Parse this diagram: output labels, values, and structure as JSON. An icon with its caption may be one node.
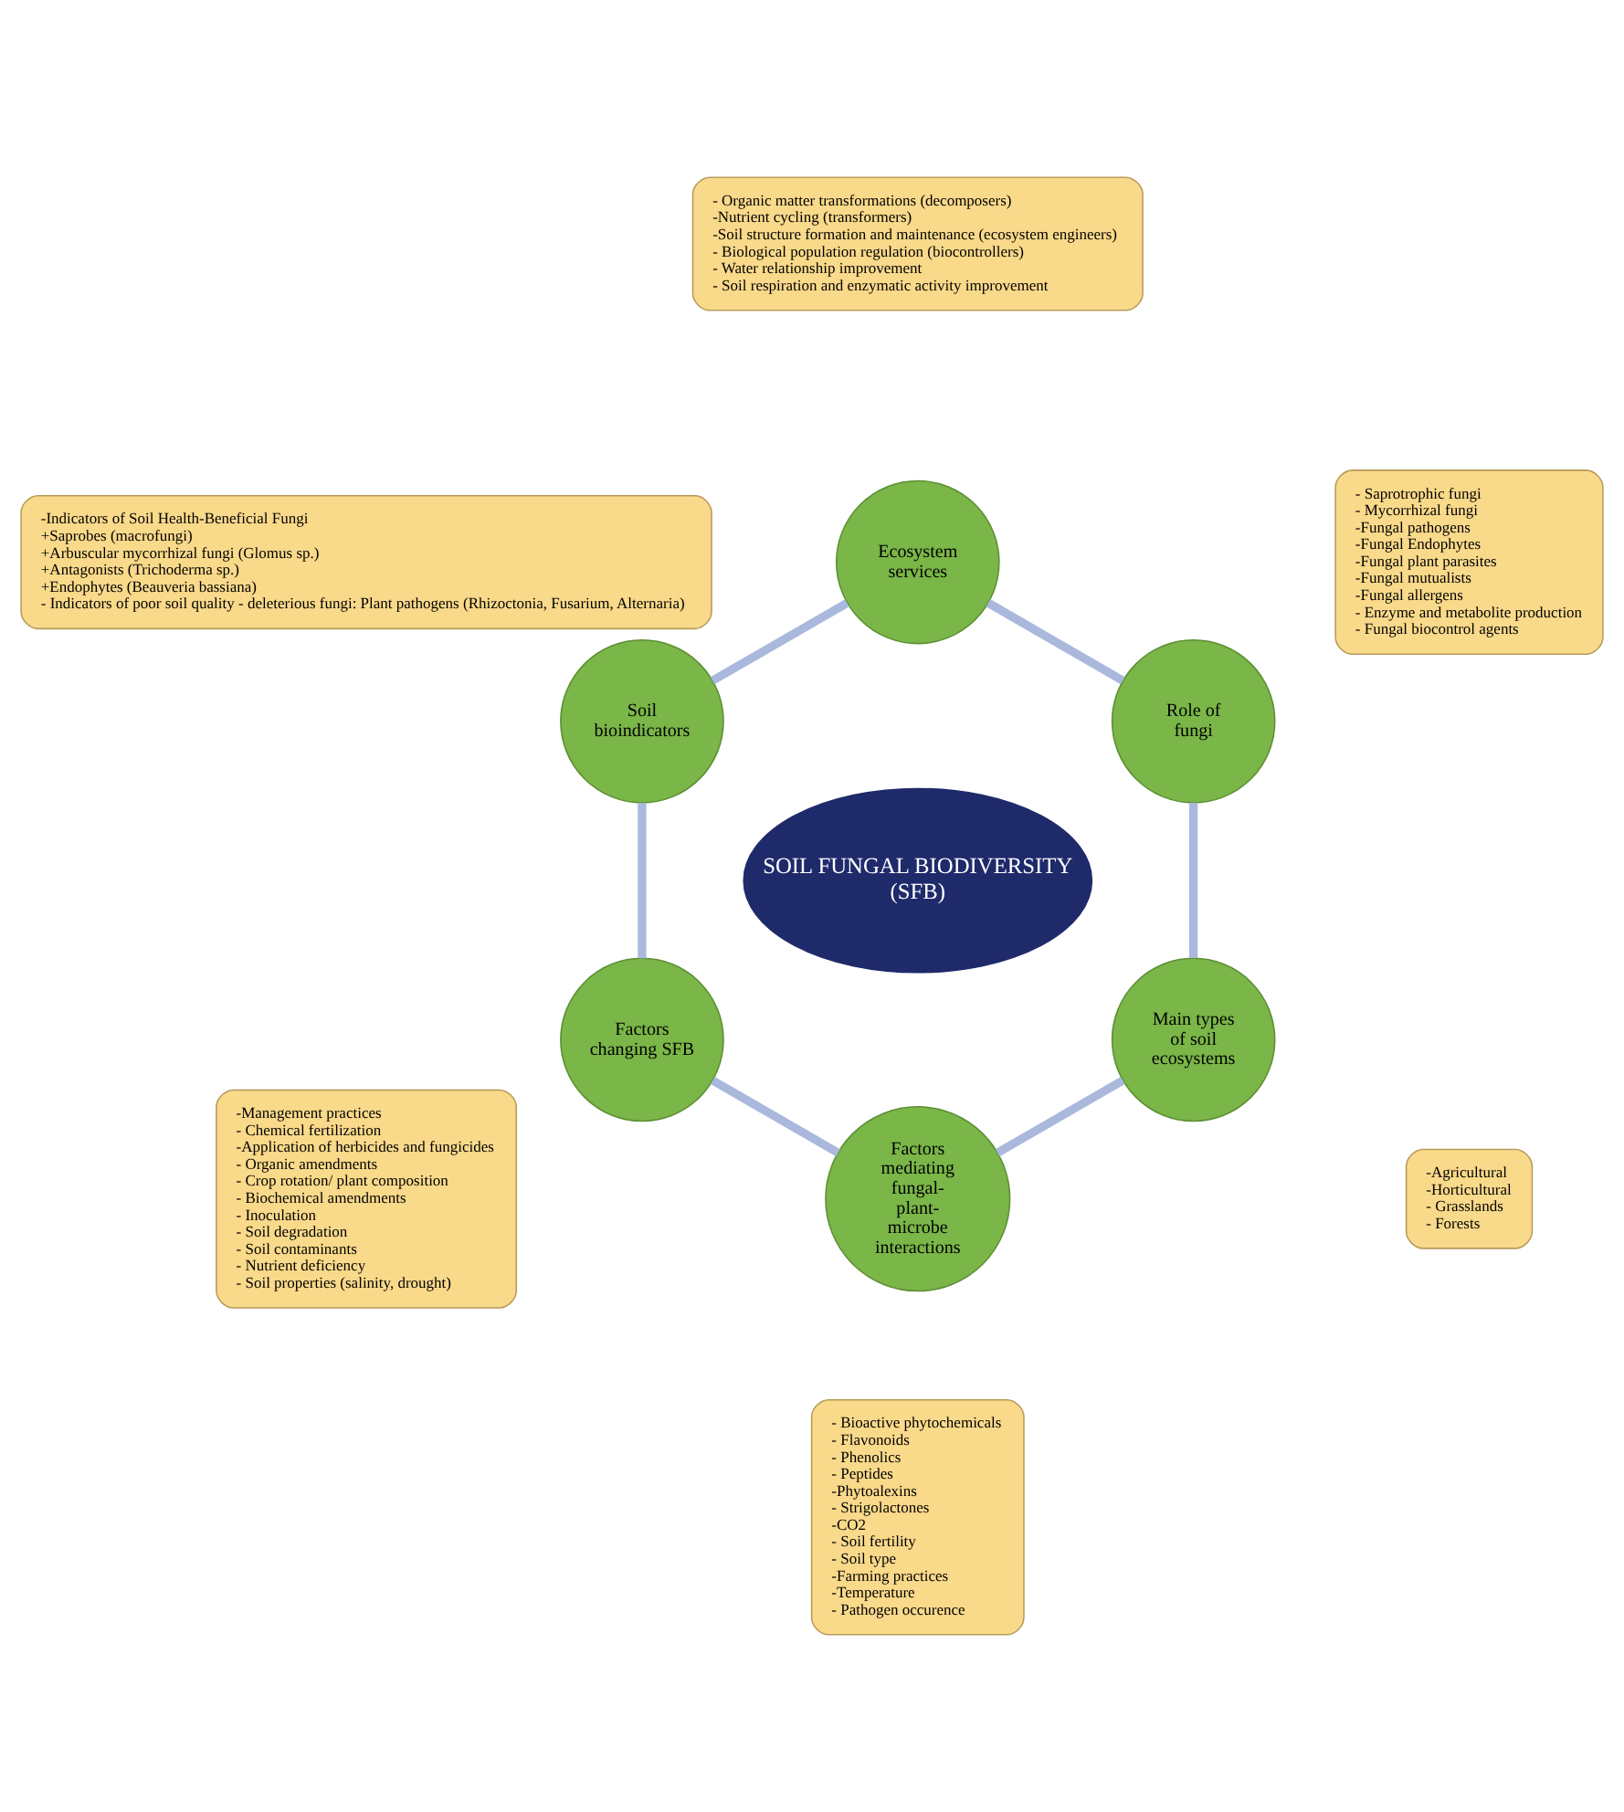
{
  "diagram": {
    "nodes": [
      {
        "text": [
          "SOIL FUNGAL BIODIVERSITY",
          "(SFB)"
        ]
      },
      {
        "text": [
          "Role of fungi"
        ]
      },
      {
        "text": [
          "Ecosystem services"
        ]
      },
      {
        "text": [
          "Soil bioindicators"
        ]
      },
      {
        "text": [
          "Factors changing SFB"
        ]
      },
      {
        "text": [
          "Factors mediating fungal-plant-microbe interactions"
        ]
      },
      {
        "text": [
          "Main types of soil ecosystems"
        ]
      },
      {
        "text": [
          "- Saprotrophic fungi",
          "- Mycorrhizal fungi",
          "-Fungal pathogens",
          "-Fungal Endophytes",
          "-Fungal plant parasites",
          "-Fungal mutualists",
          "-Fungal allergens",
          "- Enzyme and metabolite production",
          "- Fungal biocontrol agents"
        ]
      },
      {
        "text": [
          "- Organic matter transformations (decomposers)",
          "-Nutrient cycling (transformers)",
          "-Soil structure formation and maintenance (ecosystem engineers)",
          "- Biological population regulation (biocontrollers)",
          "- Water relationship improvement",
          "- Soil respiration and enzymatic activity improvement"
        ]
      },
      {
        "text": [
          "-Indicators of Soil Health-Beneficial Fungi",
          "+Saprobes (macrofungi)",
          "+Arbuscular mycorrhizal fungi (Glomus sp.)",
          "+Antagonists (Trichoderma sp.)",
          "+Endophytes (Beauveria bassiana)",
          "- Indicators of poor soil quality - deleterious fungi: Plant pathogens (Rhizoctonia, Fusarium, Alternaria)"
        ]
      },
      {
        "text": [
          "-Management practices",
          "- Chemical fertilization",
          "-Application of herbicides and fungicides",
          "- Organic amendments",
          "- Crop rotation/ plant composition",
          "- Biochemical amendments",
          "- Inoculation",
          "- Soil degradation",
          "- Soil contaminants",
          "- Nutrient deficiency",
          "- Soil properties (salinity, drought)"
        ]
      },
      {
        "text": [
          "- Bioactive phytochemicals",
          "- Flavonoids",
          "- Phenolics",
          "- Peptides",
          "-Phytoalexins",
          "- Strigolactones",
          "-CO2",
          "- Soil fertility",
          "- Soil type",
          "-Farming practices",
          "-Temperature",
          "- Pathogen occurence"
        ]
      },
      {
        "text": [
          "-Agricultural",
          "-Horticultural",
          "- Grasslands",
          "- Forests"
        ]
      }
    ],
    "edges": [
      {
        "from": 1,
        "to": 2,
        "arrow": "none"
      },
      {
        "from": 2,
        "to": 3,
        "arrow": "none"
      },
      {
        "from": 3,
        "to": 4,
        "arrow": "none"
      },
      {
        "from": 4,
        "to": 5,
        "arrow": "none"
      },
      {
        "from": 5,
        "to": 6,
        "arrow": "none"
      },
      {
        "from": 6,
        "to": 1,
        "arrow": "none"
      }
    ]
  }
}
